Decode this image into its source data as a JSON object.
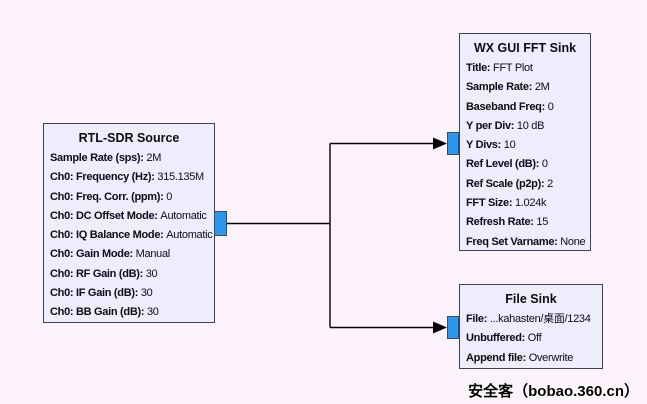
{
  "canvas": {
    "background": "#fdf3fd"
  },
  "colors": {
    "block_fill": "#ededfb",
    "block_border": "#3f3f55",
    "port_fill": "#2998ef",
    "text": "#0c0c16",
    "connection": "#000000"
  },
  "blocks": [
    {
      "id": "rtl_sdr_source",
      "title": "RTL-SDR Source",
      "params": [
        {
          "label": "Sample Rate (sps)",
          "value": "2M"
        },
        {
          "label": "Ch0: Frequency (Hz)",
          "value": "315.135M"
        },
        {
          "label": "Ch0: Freq. Corr. (ppm)",
          "value": "0"
        },
        {
          "label": "Ch0: DC Offset Mode",
          "value": "Automatic"
        },
        {
          "label": "Ch0: IQ Balance Mode",
          "value": "Automatic"
        },
        {
          "label": "Ch0: Gain Mode",
          "value": "Manual"
        },
        {
          "label": "Ch0: RF Gain (dB)",
          "value": "30"
        },
        {
          "label": "Ch0: IF Gain (dB)",
          "value": "30"
        },
        {
          "label": "Ch0: BB Gain (dB)",
          "value": "30"
        }
      ]
    },
    {
      "id": "wx_gui_fft_sink",
      "title": "WX GUI FFT Sink",
      "params": [
        {
          "label": "Title",
          "value": "FFT Plot"
        },
        {
          "label": "Sample Rate",
          "value": "2M"
        },
        {
          "label": "Baseband Freq",
          "value": "0"
        },
        {
          "label": "Y per Div",
          "value": "10 dB"
        },
        {
          "label": "Y Divs",
          "value": "10"
        },
        {
          "label": "Ref Level (dB)",
          "value": "0"
        },
        {
          "label": "Ref Scale (p2p)",
          "value": "2"
        },
        {
          "label": "FFT Size",
          "value": "1.024k"
        },
        {
          "label": "Refresh Rate",
          "value": "15"
        },
        {
          "label": "Freq Set Varname",
          "value": "None"
        }
      ]
    },
    {
      "id": "file_sink",
      "title": "File Sink",
      "params": [
        {
          "label": "File",
          "value": "...kahasten/桌面/1234"
        },
        {
          "label": "Unbuffered",
          "value": "Off"
        },
        {
          "label": "Append file",
          "value": "Overwrite"
        }
      ]
    }
  ],
  "connections": [
    {
      "from": "rtl_sdr_source.out0",
      "to": "wx_gui_fft_sink.in0"
    },
    {
      "from": "rtl_sdr_source.out0",
      "to": "file_sink.in0"
    }
  ],
  "watermark": {
    "text": "安全客（bobao.360.cn）"
  }
}
